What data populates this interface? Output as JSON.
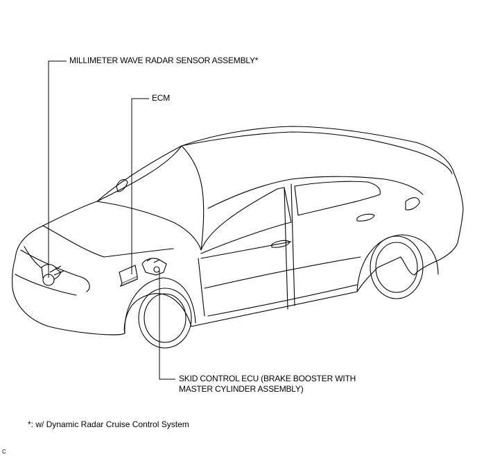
{
  "labels": {
    "radar": "MILLIMETER WAVE RADAR SENSOR ASSEMBLY*",
    "ecm": "ECM",
    "skid_line1": "SKID CONTROL ECU (BRAKE BOOSTER WITH",
    "skid_line2": "MASTER CYLINDER ASSEMBLY)"
  },
  "footnote": "*: w/ Dynamic Radar Cruise Control System",
  "figure_code": "C"
}
